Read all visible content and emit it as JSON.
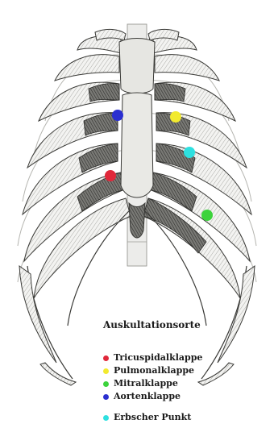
{
  "legend": {
    "title": "Auskultationsorte",
    "items": [
      {
        "key": "tricuspid",
        "label": "Tricuspidalklappe",
        "color": "#e0283a"
      },
      {
        "key": "pulmonal",
        "label": "Pulmonalklappe",
        "color": "#f2ea2e"
      },
      {
        "key": "mitral",
        "label": "Mitralklappe",
        "color": "#3cd33c"
      },
      {
        "key": "aorten",
        "label": "Aortenklappe",
        "color": "#2b2fd0"
      },
      {
        "key": "erb",
        "label": "Erbscher Punkt",
        "color": "#2ee0e0"
      }
    ]
  },
  "illustration": {
    "subject": "rib-cage-anterior-view",
    "style": "engraving"
  }
}
